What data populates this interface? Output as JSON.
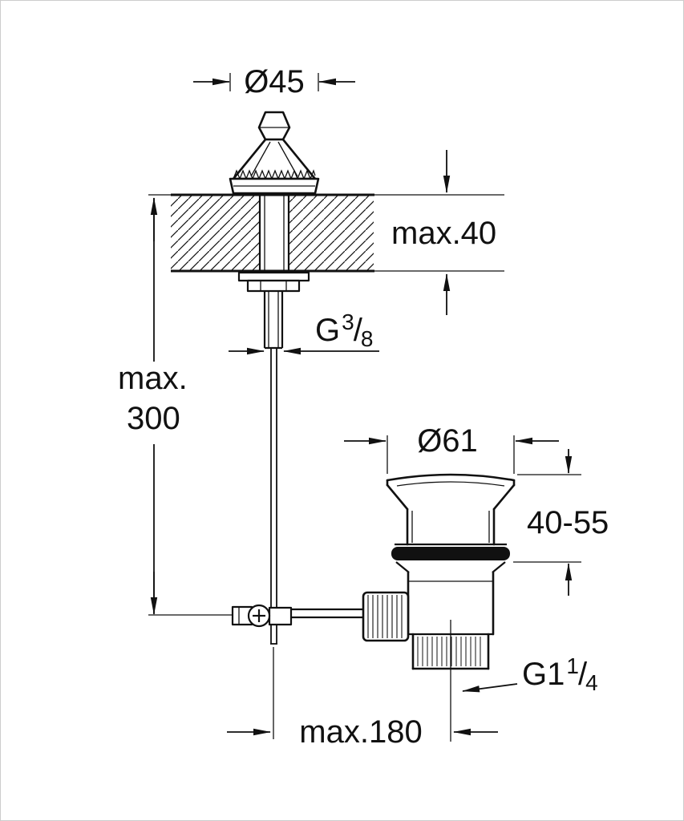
{
  "drawing": {
    "type": "technical-installation-diagram",
    "subject": "pop-up waste drain assembly with pull rod",
    "line_color": "#111111",
    "background": "#ffffff",
    "dims": {
      "knob_dia": "Ø45",
      "counter_max": "max.40",
      "g38": {
        "prefix": "G",
        "num": "3",
        "slash": "/",
        "den": "8"
      },
      "rod_max_1": "max.",
      "rod_max_2": "300",
      "flange_dia": "Ø61",
      "clamp_range": "40-55",
      "g114": {
        "prefix": "G1",
        "num": "1",
        "slash": "/",
        "den": "4"
      },
      "offset_max": "max.180"
    }
  }
}
